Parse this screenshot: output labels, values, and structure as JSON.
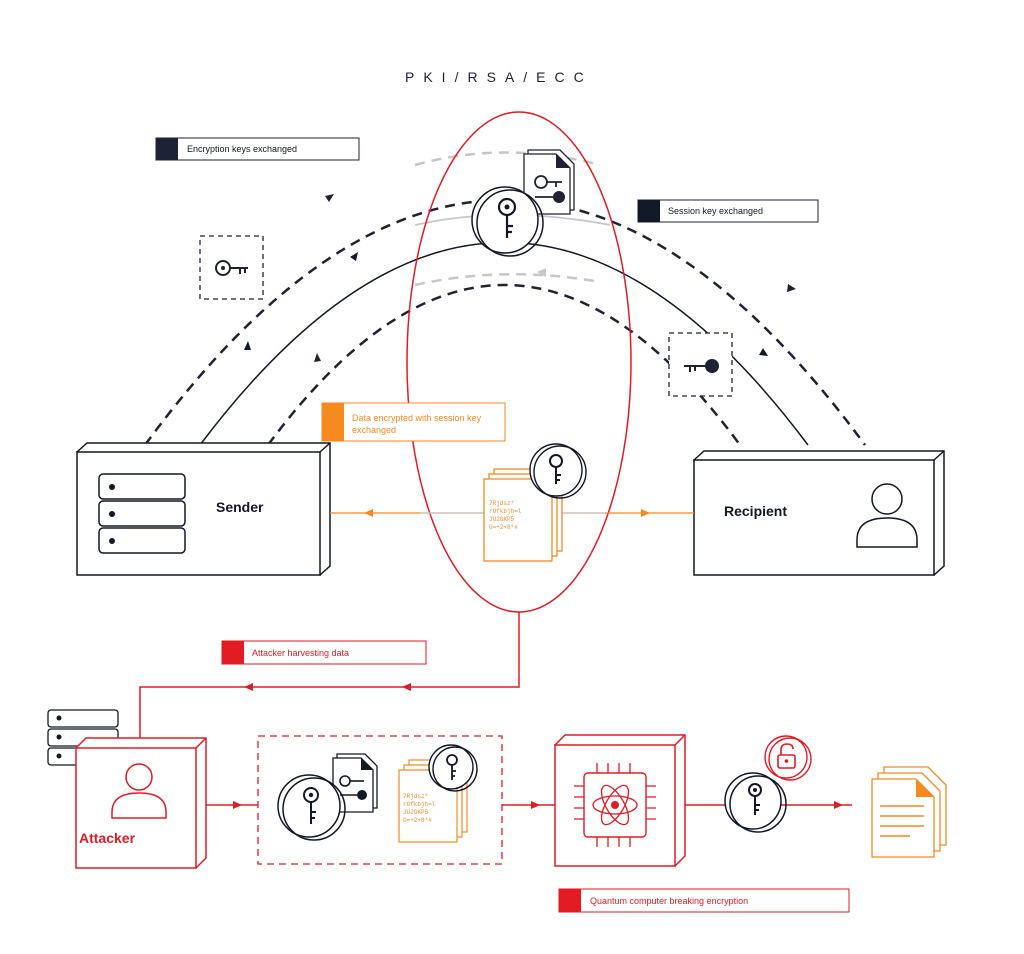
{
  "title": "PKI/RSA/ECC",
  "colors": {
    "navy": "#1e2235",
    "orange": "#f58a1f",
    "red": "#e31b23",
    "grey": "#c7c7c7"
  },
  "labels": {
    "keys_exchanged": "Encryption keys exchanged",
    "session_key": "Session key exchanged",
    "data_encrypted_line1": "Data encrypted with session key",
    "data_encrypted_line2": "exchanged",
    "attacker_harvesting": "Attacker harvesting data",
    "quantum_breaking": "Quantum computer breaking encryption"
  },
  "nodes": {
    "sender": "Sender",
    "recipient": "Recipient",
    "attacker": "Attacker"
  },
  "cipher_text": [
    "7Rjdsz*",
    "rOfkbjh=l",
    "JU2GKP5",
    "O=+2+8*#"
  ],
  "icons": [
    "server-icon",
    "user-icon",
    "key-icon",
    "document-icon",
    "atom-chip-icon",
    "unlock-icon"
  ]
}
